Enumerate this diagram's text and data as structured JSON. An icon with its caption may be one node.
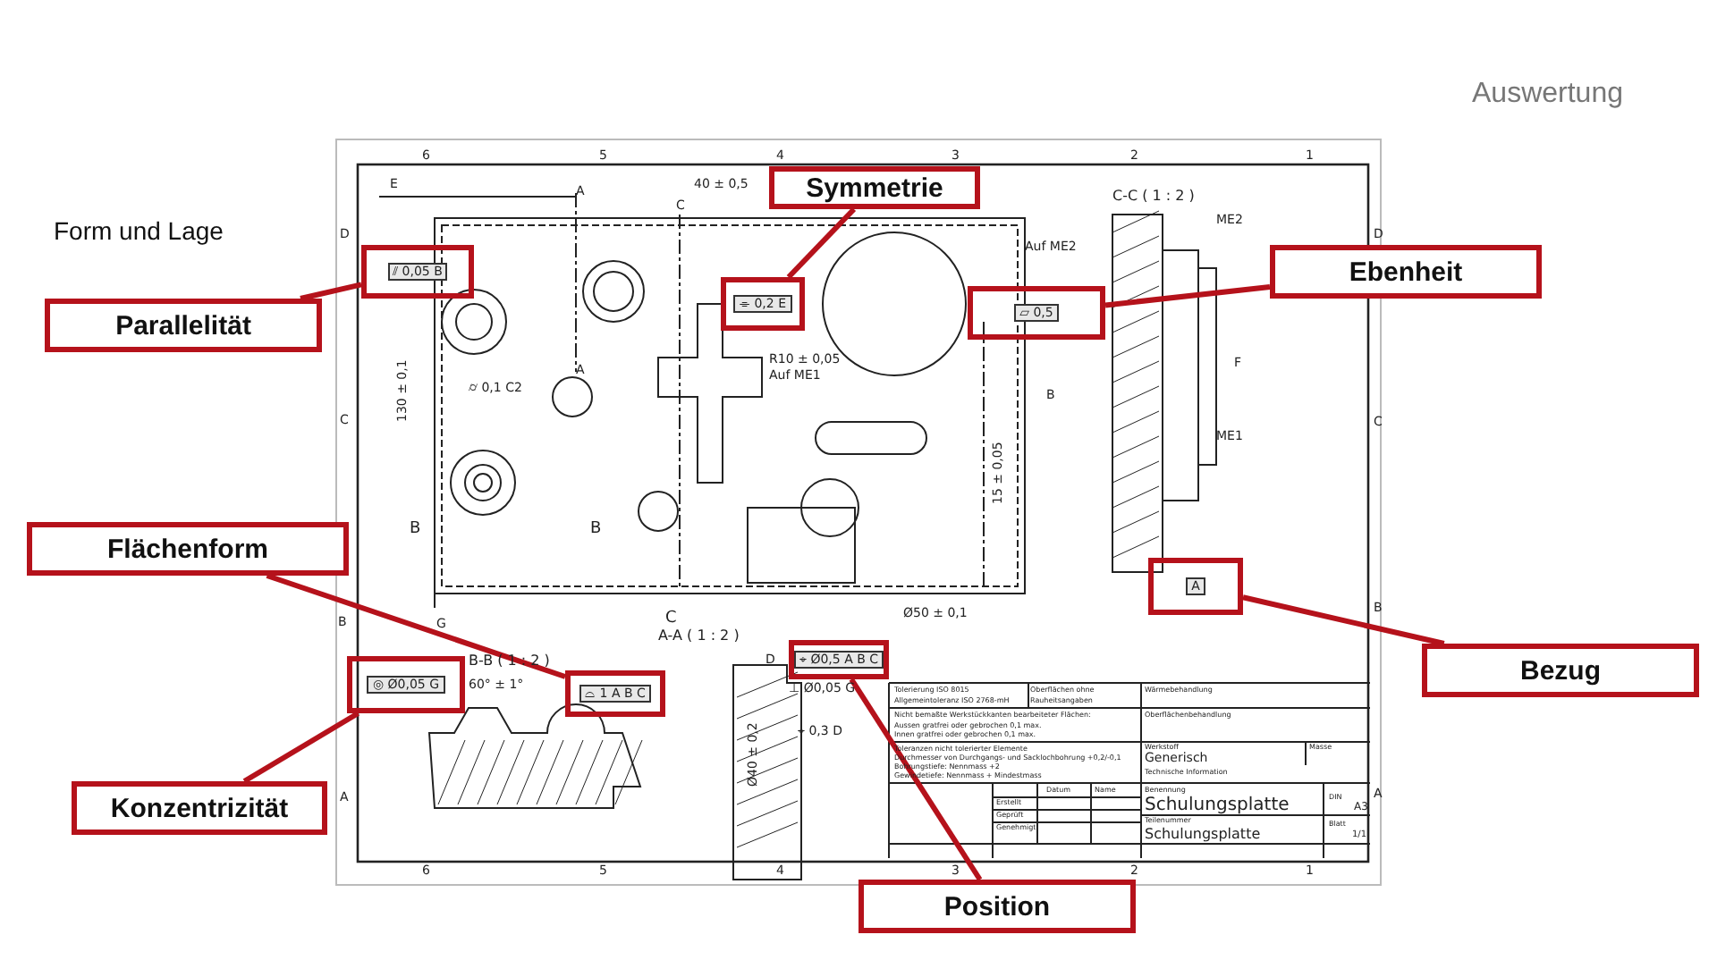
{
  "diagram": {
    "title": "Auswertung",
    "nodes": [
      {
        "text": [
          "Symmetrie"
        ]
      },
      {
        "text": [
          "⌯ 0,2 E"
        ]
      },
      {
        "text": [
          "Ebenheit"
        ]
      },
      {
        "text": [
          "⏥ 0,5"
        ]
      },
      {
        "text": [
          "Parallelität"
        ]
      },
      {
        "text": [
          "⫽ 0,05 B"
        ]
      },
      {
        "text": [
          "Flächenform"
        ]
      },
      {
        "text": [
          "⌓ 1 A B C"
        ]
      },
      {
        "text": [
          "Konzentrizität"
        ]
      },
      {
        "text": [
          "◎ Ø0,05 G"
        ]
      },
      {
        "text": [
          "Bezug"
        ]
      },
      {
        "text": [
          "A"
        ]
      },
      {
        "text": [
          "Position"
        ]
      },
      {
        "text": [
          "⌖ Ø0,5 A B C"
        ]
      }
    ],
    "edges": [
      {
        "from": 0,
        "to": 1,
        "arrow": "none"
      },
      {
        "from": 2,
        "to": 3,
        "arrow": "none"
      },
      {
        "from": 4,
        "to": 5,
        "arrow": "none"
      },
      {
        "from": 6,
        "to": 7,
        "arrow": "none"
      },
      {
        "from": 8,
        "to": 9,
        "arrow": "none"
      },
      {
        "from": 10,
        "to": 11,
        "arrow": "none"
      },
      {
        "from": 12,
        "to": 13,
        "arrow": "none"
      }
    ],
    "labels": [
      "Form und Lage",
      "6",
      "5",
      "4",
      "3",
      "2",
      "1",
      "D",
      "C",
      "B",
      "A",
      "D",
      "C",
      "B",
      "A",
      "6",
      "5",
      "4",
      "3",
      "2",
      "1",
      "E",
      "A",
      "40 ± 0,5",
      "C",
      "R10 ± 0,05",
      "Auf ME1",
      "⌭ 0,1 C2",
      "A",
      "130 ± 0,1",
      "B",
      "B",
      "Auf ME2",
      "B",
      "C-C ( 1 : 2 )",
      "ME2",
      "F",
      "ME1",
      "15 ± 0,05",
      "Ø50 ± 0,1",
      "G",
      "C",
      "A-A ( 1 : 2 )",
      "B-B ( 1 : 2 )",
      "D",
      "60° ± 1°",
      "⊥ Ø0,05 G",
      "⌖ 0,3 D",
      "Ø40 ± 0,2",
      "Tolerierung ISO 8015",
      "Allgemeintoleranz ISO 2768-mH",
      "Oberflächen ohne",
      "Rauheitsangaben",
      "Wärmebehandlung",
      "Nicht bemaßte Werkstückkanten bearbeiteter Flächen:",
      "Aussen gratfrei oder gebrochen 0,1 max.",
      "Innen gratfrei oder gebrochen 0,1 max.",
      "Oberflächenbehandlung",
      "Toleranzen nicht tolerierter Elemente",
      "Durchmesser von Durchgangs- und Sacklochbohrung +0,2/-0,1",
      "Bohrungstiefe: Nennmass +2",
      "Gewindetiefe: Nennmass + Mindestmass",
      "Werkstoff",
      "Masse",
      "Generisch",
      "Technische Information",
      "Datum",
      "Name",
      "Erstellt",
      "Geprüft",
      "Genehmigt",
      "Benennung",
      "Schulungsplatte",
      "Teilenummer",
      "Schulungsplatte",
      "DIN",
      "A3",
      "Blatt",
      "1/1"
    ]
  }
}
